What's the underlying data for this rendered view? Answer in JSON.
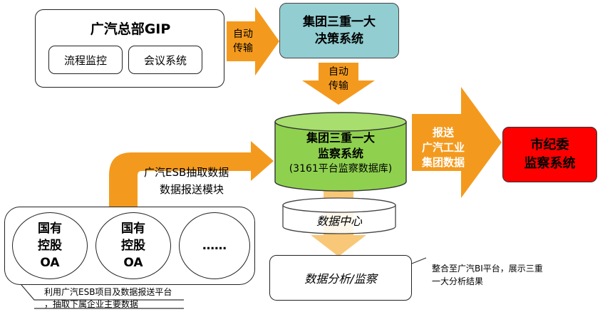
{
  "gip": {
    "title": "广汽总部GIP",
    "items": [
      "流程监控",
      "会议系统"
    ]
  },
  "arrows": {
    "auto_transfer_1": [
      "自动",
      "传输"
    ],
    "auto_transfer_2": [
      "自动",
      "传输"
    ],
    "report": [
      "报送",
      "广汽工业",
      "集团数据"
    ],
    "esb": [
      "广汽ESB抽取数据",
      "数据报送模块"
    ]
  },
  "decision_system": [
    "集团三重一大",
    "决策系统"
  ],
  "supervision_db": {
    "lines": [
      "集团三重一大",
      "监察系统"
    ],
    "sub": "(3161平台监察数据库)"
  },
  "city_commission": [
    "市纪委",
    "监察系统"
  ],
  "data_center": "数据中心",
  "analysis": "数据分析/监察",
  "oa_nodes": [
    {
      "lines": [
        "国有",
        "控股",
        "OA"
      ]
    },
    {
      "lines": [
        "国有",
        "控股",
        "OA"
      ]
    },
    {
      "lines": [
        "……"
      ]
    }
  ],
  "notes": {
    "left": [
      "利用广汽ESB项目及数据报送平台",
      "，抽取下属企业主要数据"
    ],
    "right": [
      "整合至广汽BI平台，展示三重",
      "一大分析结果"
    ]
  },
  "colors": {
    "orange": "#f39a1e",
    "teal": "#92cdd1",
    "green": "#8fd14f",
    "red": "#ff0000",
    "light_orange": "#f8c878"
  }
}
